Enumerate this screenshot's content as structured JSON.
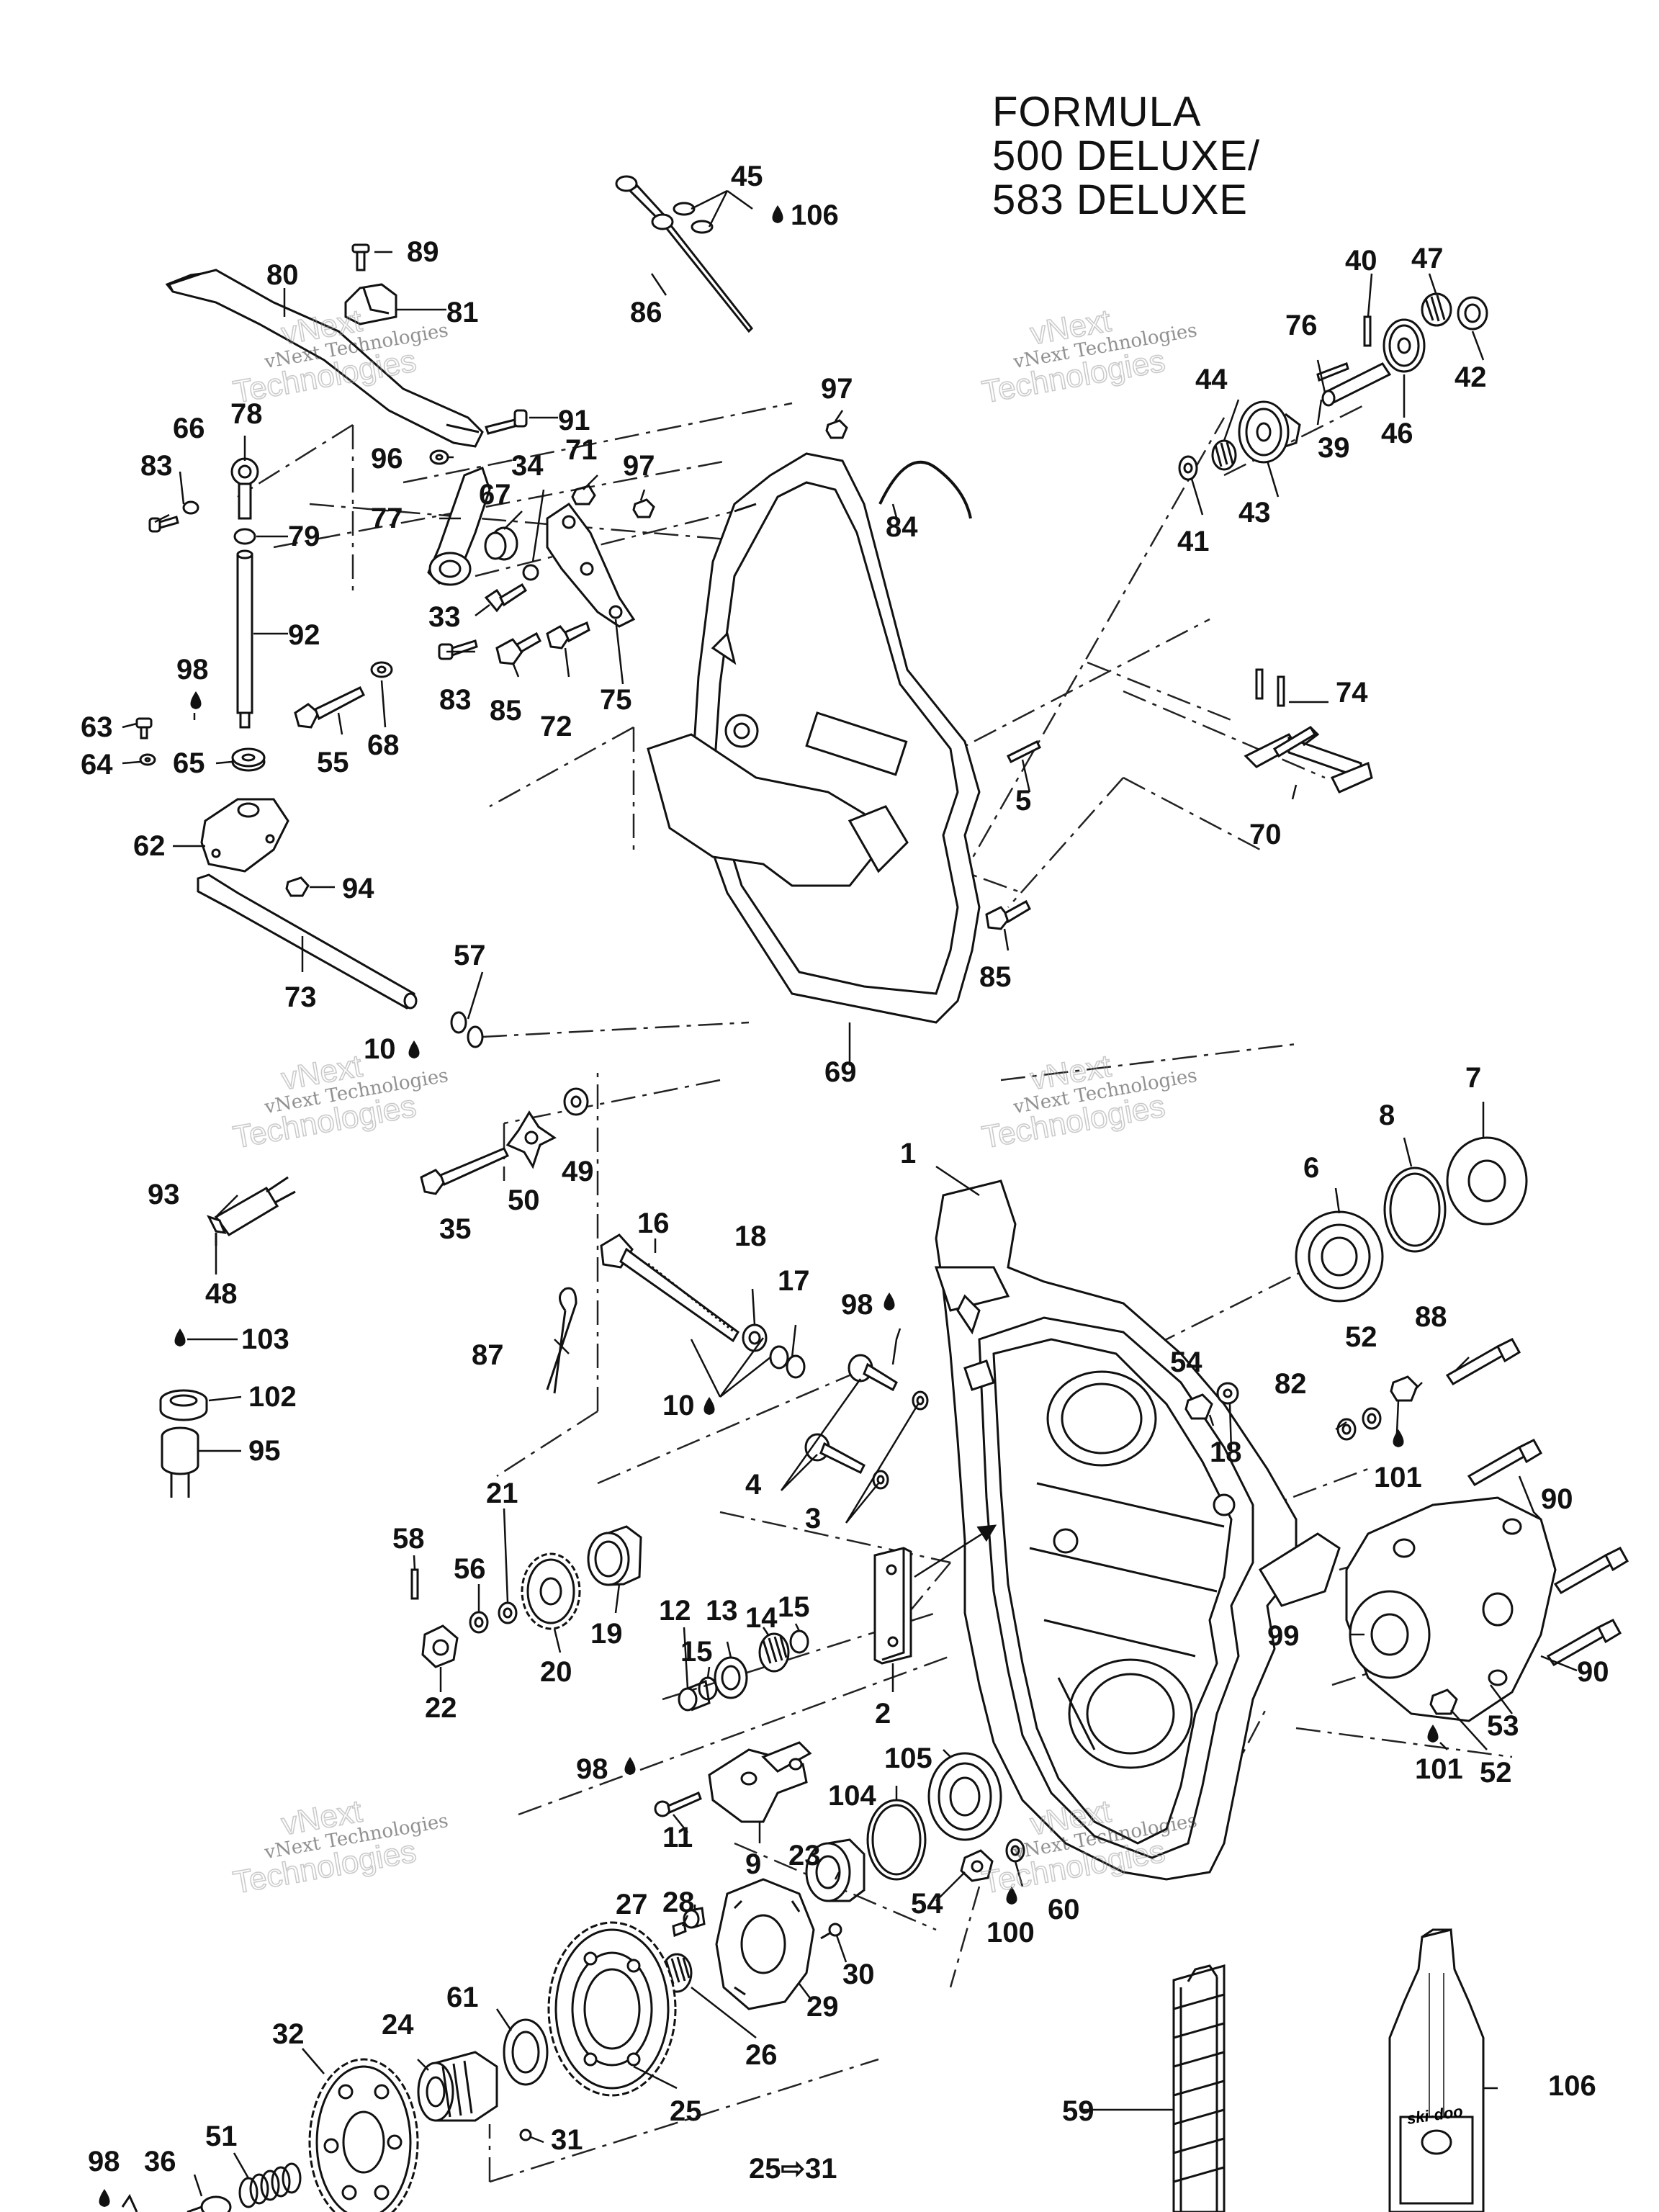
{
  "title": {
    "line1": "FORMULA",
    "line2": "500 DELUXE/",
    "line3": "583 DELUXE"
  },
  "watermark": {
    "brand_top": "vNext",
    "company": "vNext Technologies",
    "brand_bottom": "Technologies"
  },
  "callouts": {
    "c1": "1",
    "c2": "2",
    "c3": "3",
    "c4": "4",
    "c5": "5",
    "c6": "6",
    "c7": "7",
    "c8": "8",
    "c9": "9",
    "c10a": "10",
    "c10b": "10",
    "c11": "11",
    "c12": "12",
    "c13": "13",
    "c14": "14",
    "c15a": "15",
    "c15b": "15",
    "c16": "16",
    "c17": "17",
    "c18a": "18",
    "c18b": "18",
    "c19": "19",
    "c20": "20",
    "c21": "21",
    "c22": "22",
    "c23": "23",
    "c24": "24",
    "c25a": "25",
    "c26": "26",
    "c27": "27",
    "c28": "28",
    "c29": "29",
    "c30": "30",
    "c31": "31",
    "c32": "32",
    "c33": "33",
    "c34": "34",
    "c35": "35",
    "c36": "36",
    "c39": "39",
    "c40": "40",
    "c41": "41",
    "c42": "42",
    "c43": "43",
    "c44": "44",
    "c45": "45",
    "c46": "46",
    "c47": "47",
    "c48": "48",
    "c49": "49",
    "c50": "50",
    "c51": "51",
    "c52a": "52",
    "c52b": "52",
    "c53": "53",
    "c54a": "54",
    "c54b": "54",
    "c55": "55",
    "c56": "56",
    "c57": "57",
    "c58": "58",
    "c59": "59",
    "c60": "60",
    "c61": "61",
    "c62": "62",
    "c63": "63",
    "c64": "64",
    "c65": "65",
    "c66": "66",
    "c67": "67",
    "c68": "68",
    "c69": "69",
    "c70": "70",
    "c71": "71",
    "c72": "72",
    "c73": "73",
    "c74": "74",
    "c75": "75",
    "c76": "76",
    "c77": "77",
    "c78": "78",
    "c79": "79",
    "c80": "80",
    "c81": "81",
    "c82": "82",
    "c83a": "83",
    "c83b": "83",
    "c84": "84",
    "c85a": "85",
    "c85b": "85",
    "c86": "86",
    "c87": "87",
    "c88": "88",
    "c89": "89",
    "c90a": "90",
    "c90b": "90",
    "c91": "91",
    "c92": "92",
    "c93": "93",
    "c94": "94",
    "c95": "95",
    "c96": "96",
    "c97a": "97",
    "c97b": "97",
    "c98a": "98",
    "c98b": "98",
    "c98c": "98",
    "c98d": "98",
    "c99": "99",
    "c100": "100",
    "c101a": "101",
    "c101b": "101",
    "c102": "102",
    "c103": "103",
    "c105": "105",
    "c104": "104",
    "c106a": "106",
    "c106b": "106",
    "c25range": "25⇨31"
  },
  "product_label": "ski-doo"
}
